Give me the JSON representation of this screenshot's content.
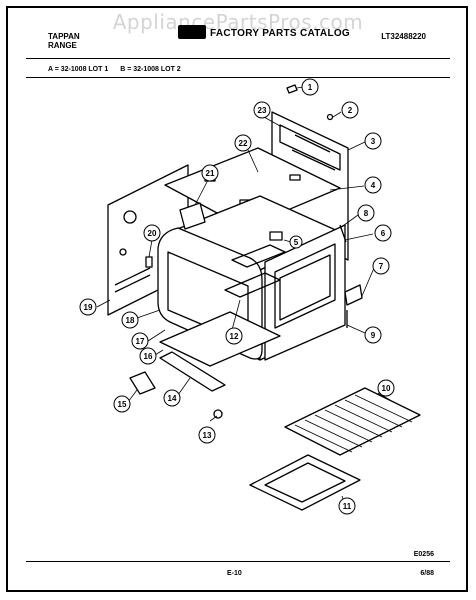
{
  "header": {
    "brand_line1": "TAPPAN",
    "brand_line2": "RANGE",
    "catalog_title": "FACTORY PARTS CATALOG",
    "model_number": "LT32488220",
    "watermark": "AppliancePartsPros.com"
  },
  "lots": {
    "a": "A = 32-1008 LOT 1",
    "b": "B = 32-1008 LOT 2"
  },
  "diagram": {
    "callouts": [
      "1",
      "2",
      "3",
      "4",
      "5",
      "6",
      "7",
      "8",
      "9",
      "10",
      "11",
      "12",
      "13",
      "14",
      "15",
      "16",
      "17",
      "18",
      "19",
      "20",
      "21",
      "22",
      "23"
    ]
  },
  "footer": {
    "code": "E0256",
    "page": "E-10",
    "date": "6/88"
  },
  "colors": {
    "ink": "#000000",
    "paper": "#ffffff",
    "watermark": "#a0a0a0"
  }
}
